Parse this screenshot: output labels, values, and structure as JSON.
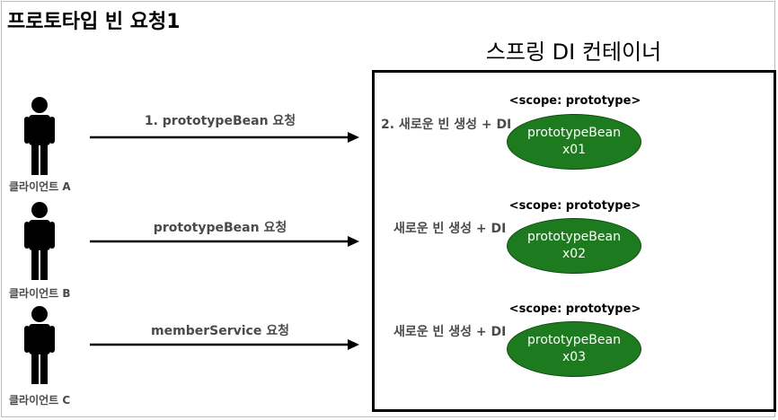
{
  "title": "프로토타입 빈 요청1",
  "container": {
    "label": "스프링 DI 컨테이너"
  },
  "rows": [
    {
      "client": "클라이언트 A",
      "request": "1. prototypeBean 요청",
      "create": "2. 새로운 빈 생성 + DI",
      "scope": "<scope: prototype>",
      "bean_name": "prototypeBean",
      "bean_id": "x01"
    },
    {
      "client": "클라이언트 B",
      "request": "prototypeBean 요청",
      "create": "새로운 빈 생성 + DI",
      "scope": "<scope: prototype>",
      "bean_name": "prototypeBean",
      "bean_id": "x02"
    },
    {
      "client": "클라이언트 C",
      "request": "memberService 요청",
      "create": "새로운 빈 생성 + DI",
      "scope": "<scope: prototype>",
      "bean_name": "prototypeBean",
      "bean_id": "x03"
    }
  ],
  "colors": {
    "bean_fill": "#1e7a1e",
    "text_gray": "#4a4a4a"
  }
}
